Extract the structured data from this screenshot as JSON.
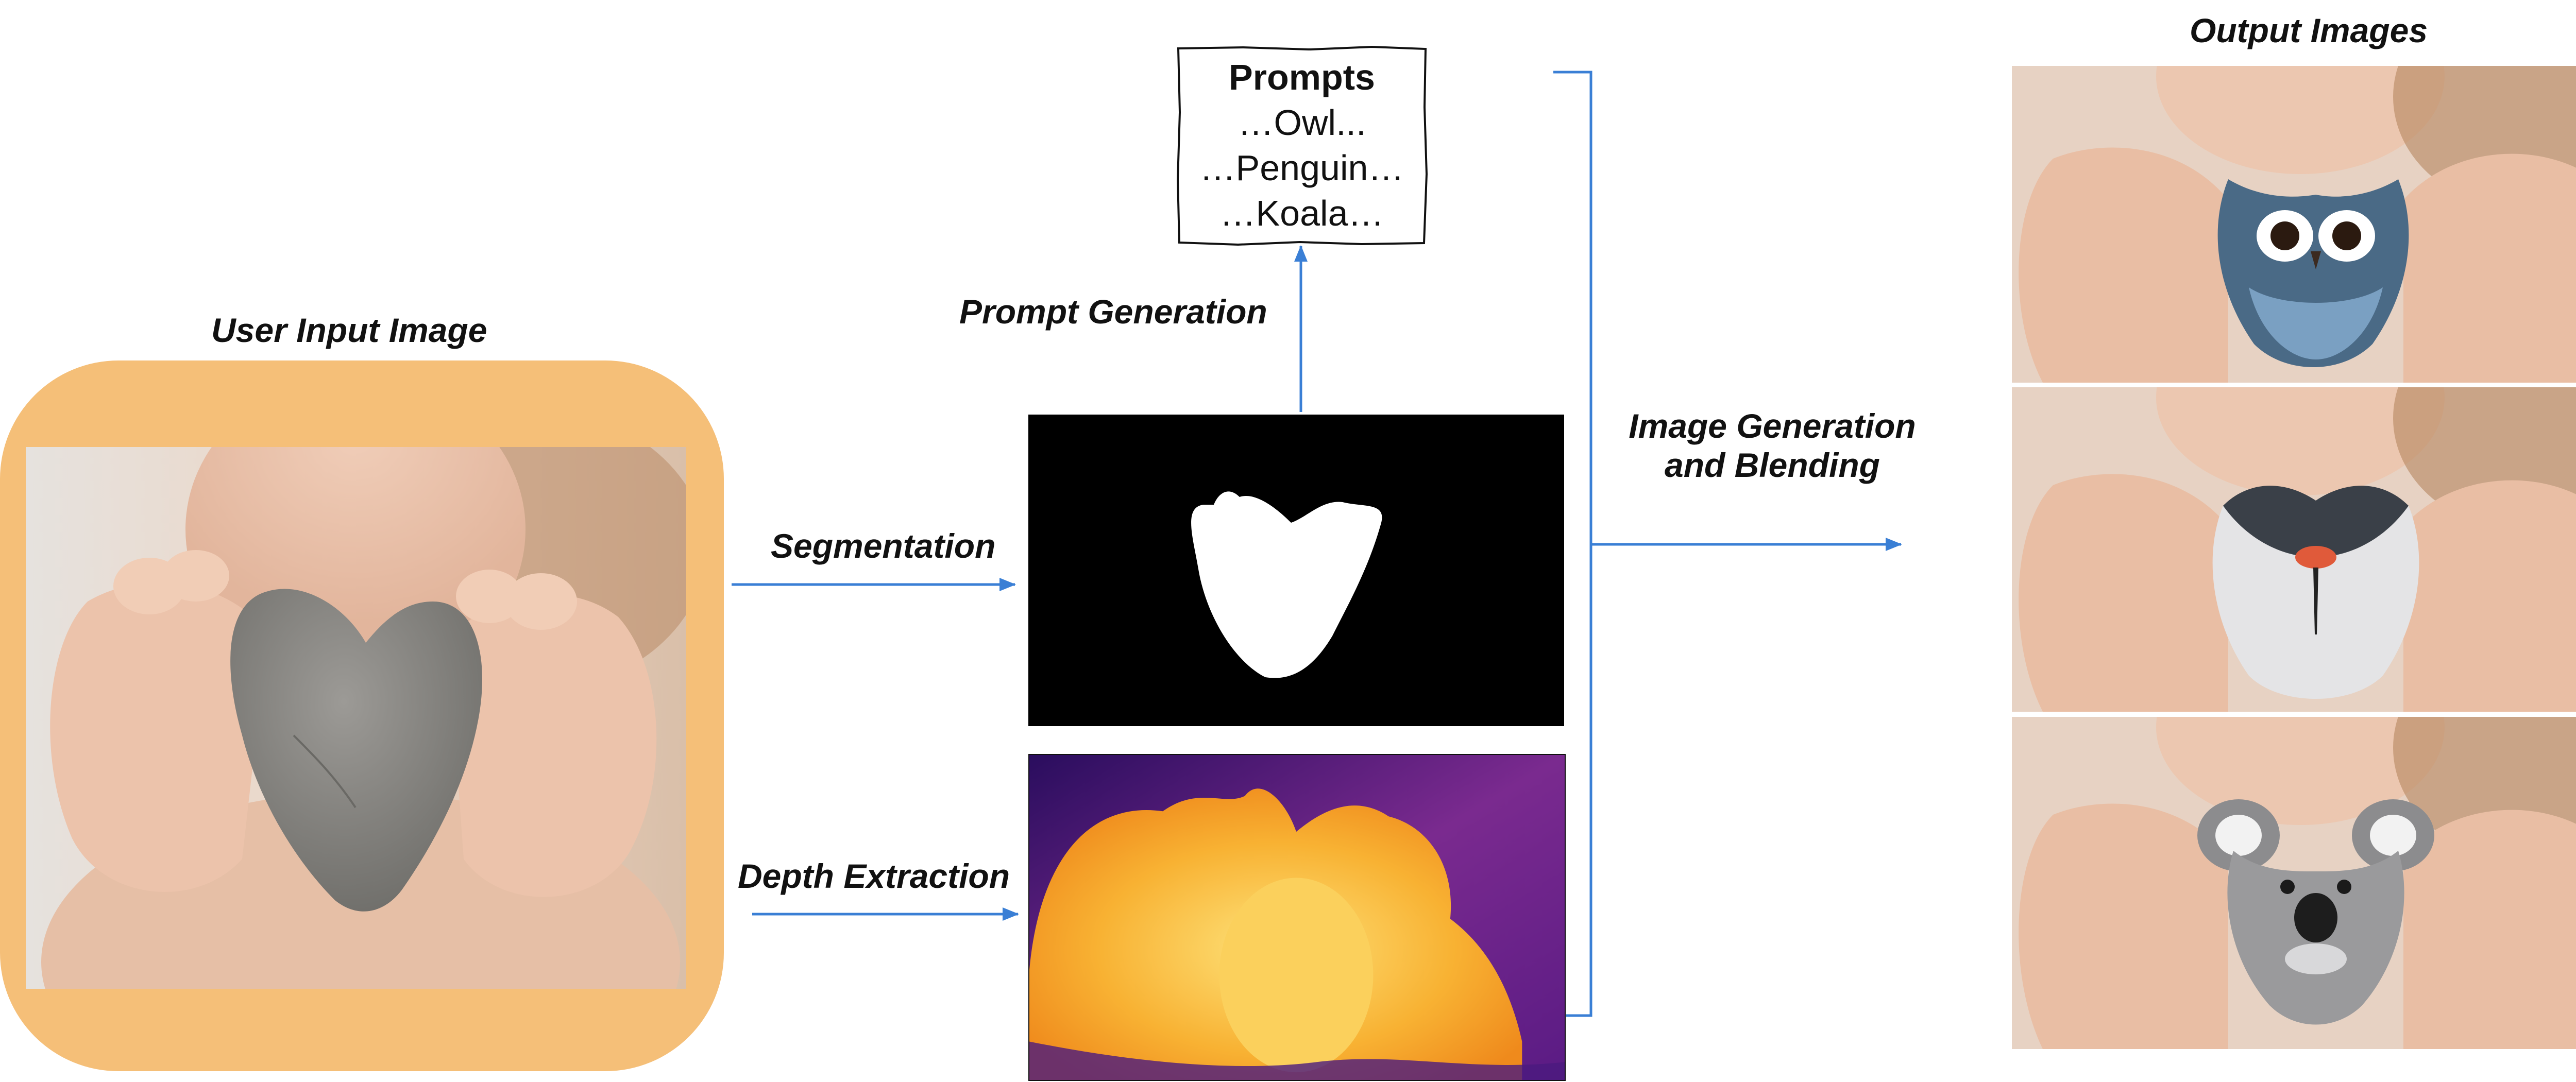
{
  "labels": {
    "user_input": "User Input Image",
    "output": "Output Images",
    "segmentation": "Segmentation",
    "depth": "Depth Extraction",
    "prompt_generation": "Prompt Generation",
    "image_generation_line1": "Image Generation",
    "image_generation_line2": "and Blending"
  },
  "prompts": {
    "title": "Prompts",
    "items": [
      "…Owl...",
      "…Penguin…",
      "…Koala…"
    ]
  },
  "outputs": [
    "owl",
    "penguin",
    "koala"
  ],
  "colors": {
    "arrow": "#3a7fd5",
    "frame": "#f5bf78",
    "skin": "#e9c4ad",
    "stone": "#8a8986"
  }
}
